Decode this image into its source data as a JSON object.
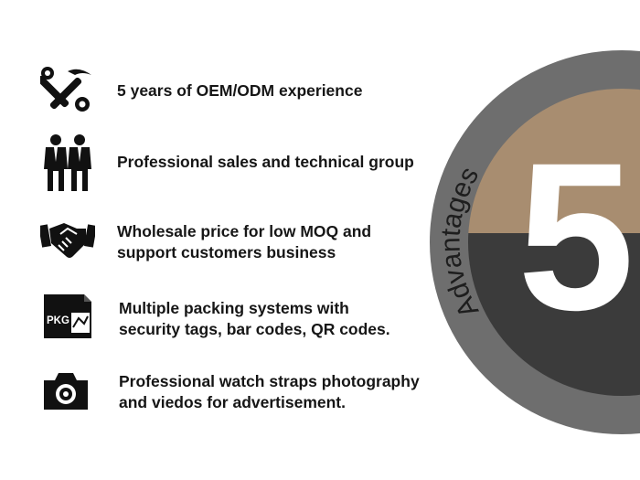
{
  "advantages": [
    {
      "icon": "tools-icon",
      "lines": [
        "5 years of OEM/ODM experience"
      ]
    },
    {
      "icon": "team-icon",
      "lines": [
        "Professional sales and technical group"
      ]
    },
    {
      "icon": "handshake-icon",
      "lines": [
        "Wholesale price for low MOQ and",
        "support customers business"
      ]
    },
    {
      "icon": "package-icon",
      "pkg_label": "PKG",
      "lines": [
        "Multiple packing systems with",
        "security tags, bar codes, QR codes."
      ]
    },
    {
      "icon": "camera-icon",
      "lines": [
        "Professional watch straps photography",
        "and viedos for advertisement."
      ]
    }
  ],
  "badge": {
    "number": "5",
    "word": "Advantages",
    "colors": {
      "outer": "#6e6e6e",
      "tan": "#a88d70",
      "dark": "#3b3b3b",
      "number": "#ffffff"
    }
  }
}
